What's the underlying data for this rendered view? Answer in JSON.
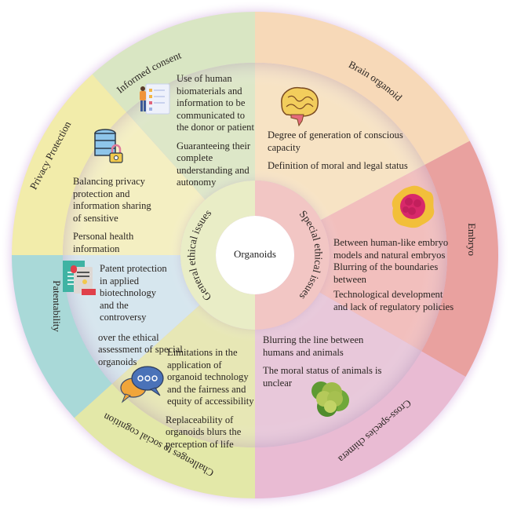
{
  "center": {
    "label": "Organoids"
  },
  "inner_ring": {
    "left_label": "General ethical issues",
    "right_label": "Special ethical issues"
  },
  "segments": [
    {
      "id": "brain-organoid",
      "label": "Brain organoid",
      "group": "special",
      "icon": "brain-icon",
      "color_outer": "#f7d9b8",
      "color_inner": "#f7e3c4",
      "texts": [
        "Degree of generation of conscious capacity",
        "Definition of moral and legal status"
      ]
    },
    {
      "id": "embryo",
      "label": "Embryo",
      "group": "special",
      "icon": "embryo-cell-icon",
      "color_outer": "#e9a19f",
      "color_inner": "#f2bfbd",
      "texts": [
        "Between human-like embryo models and natural embryos Blurring of the boundaries between",
        "Technological development and lack of regulatory policies"
      ]
    },
    {
      "id": "cross-species-chimera",
      "label": "Cross-species chimera",
      "group": "special",
      "icon": "cell-cluster-icon",
      "color_outer": "#e9bbd3",
      "color_inner": "#e8c8da",
      "texts": [
        "Blurring the line between humans and animals",
        "The moral status of animals is unclear"
      ]
    },
    {
      "id": "challenges-social-cognition",
      "label": "Challenges to social cognition",
      "group": "general",
      "icon": "chat-bubbles-icon",
      "color_outer": "#e3e8a8",
      "color_inner": "#e7e7b5",
      "texts": [
        "Limitations in the application of organoid technology and the fairness and equity of accessibility",
        "Replaceability of organoids blurs the perception of life"
      ]
    },
    {
      "id": "patentability",
      "label": "Patentability",
      "group": "general",
      "icon": "patent-certificate-icon",
      "color_outer": "#a9d9d8",
      "color_inner": "#d6e6ee",
      "texts": [
        "Patent protection in applied biotechnology and the controversy",
        "over the ethical assessment of special organoids"
      ]
    },
    {
      "id": "privacy-protection",
      "label": "Privacy Protection",
      "group": "general",
      "icon": "database-lock-icon",
      "color_outer": "#f2ecaa",
      "color_inner": "#f4efc2",
      "texts": [
        "Balancing privacy protection and information sharing of sensitive",
        "Personal health information"
      ]
    },
    {
      "id": "informed-consent",
      "label": "Informed consent",
      "group": "general",
      "icon": "person-checklist-icon",
      "color_outer": "#d9e6c3",
      "color_inner": "#dde7c8",
      "texts": [
        "Use of human biomaterials and information to be communicated to the donor or patient",
        "Guaranteeing their complete understanding and autonomy"
      ]
    }
  ],
  "colors": {
    "halo": "#d8b8e4",
    "center_fill": "#ffffff",
    "text": "#2a2522"
  }
}
